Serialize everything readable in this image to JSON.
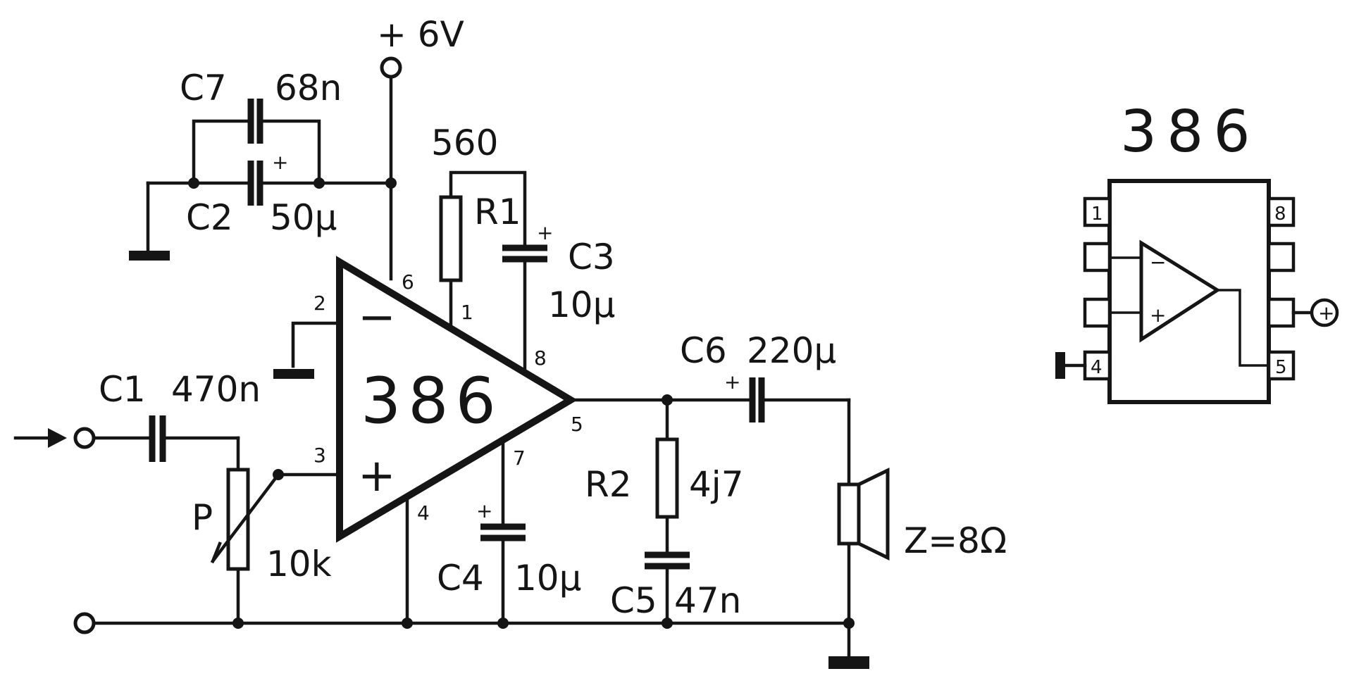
{
  "supply": {
    "label": "+ 6V"
  },
  "chip": {
    "name": "386"
  },
  "components": {
    "c7": {
      "ref": "C7",
      "value": "68n"
    },
    "c2": {
      "ref": "C2",
      "value": "50µ"
    },
    "r1": {
      "ref": "R1",
      "value": "560"
    },
    "c3": {
      "ref": "C3",
      "value": "10µ"
    },
    "c1": {
      "ref": "C1",
      "value": "470n"
    },
    "p": {
      "ref": "P",
      "value": "10k"
    },
    "c4": {
      "ref": "C4",
      "value": "10µ"
    },
    "c6": {
      "ref": "C6",
      "value": "220µ"
    },
    "r2": {
      "ref": "R2",
      "value": "4j7"
    },
    "c5": {
      "ref": "C5",
      "value": "47n"
    },
    "speaker": {
      "value": "Z=8Ω"
    }
  },
  "opamp": {
    "minus": "−",
    "plus": "+",
    "pins": {
      "p1": "1",
      "p2": "2",
      "p3": "3",
      "p4": "4",
      "p5": "5",
      "p6": "6",
      "p7": "7",
      "p8": "8"
    }
  },
  "polarity": {
    "plus": "+"
  },
  "pinout": {
    "title": "386",
    "left_pins": [
      "1",
      "",
      "",
      "4"
    ],
    "right_pins": [
      "8",
      "",
      "",
      "5"
    ],
    "supply_symbol": "+"
  }
}
